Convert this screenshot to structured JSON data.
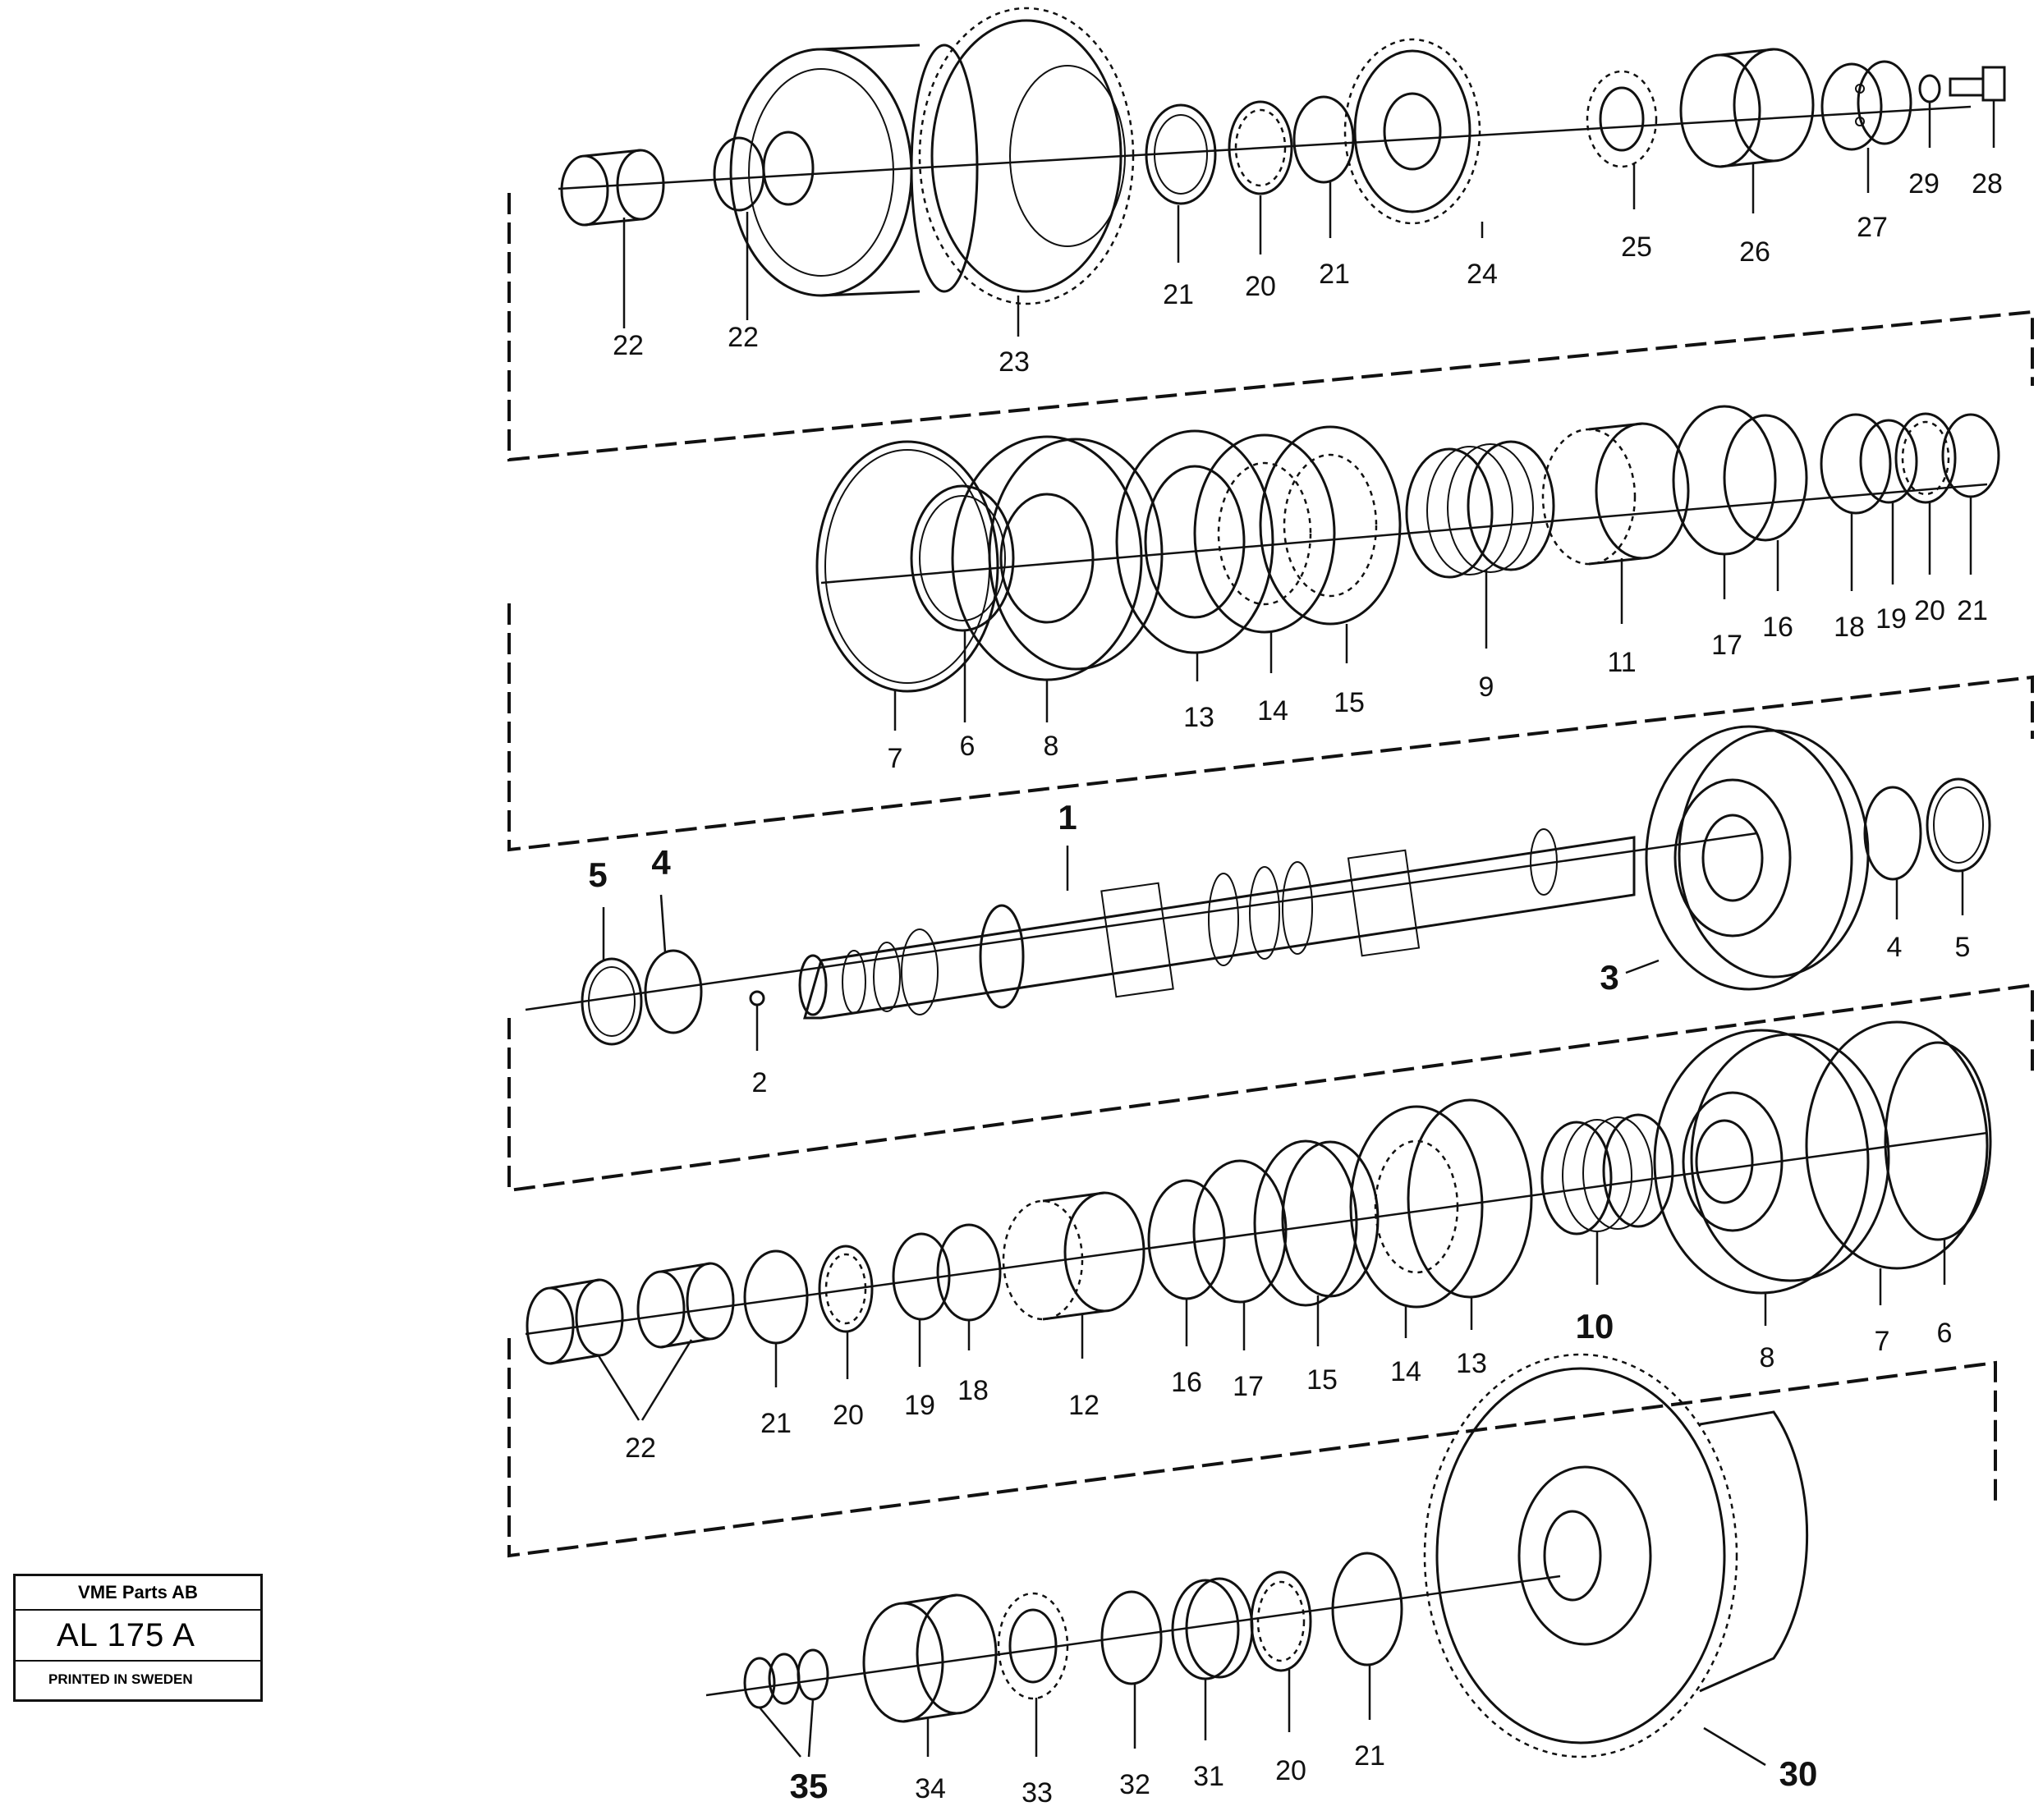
{
  "title_block": {
    "company": "VME Parts AB",
    "code": "AL 175 A",
    "printed": "PRINTED IN SWEDEN"
  },
  "labels": {
    "l1": "1",
    "l2": "2",
    "l3": "3",
    "l4a": "4",
    "l4b": "4",
    "l5a": "5",
    "l5b": "5",
    "l6a": "6",
    "l6b": "6",
    "l7a": "7",
    "l7b": "7",
    "l8a": "8",
    "l8b": "8",
    "l9": "9",
    "l10": "10",
    "l11": "11",
    "l12": "12",
    "l13a": "13",
    "l13b": "13",
    "l14a": "14",
    "l14b": "14",
    "l15a": "15",
    "l15b": "15",
    "l16a": "16",
    "l16b": "16",
    "l17a": "17",
    "l17b": "17",
    "l18a": "18",
    "l18b": "18",
    "l19a": "19",
    "l19b": "19",
    "l20a": "20",
    "l20b": "20",
    "l20c": "20",
    "l20d": "20",
    "l21a": "21",
    "l21b": "21",
    "l21c": "21",
    "l21d": "21",
    "l21e": "21",
    "l22a": "22",
    "l22b": "22",
    "l22c": "22",
    "l23": "23",
    "l24": "24",
    "l25": "25",
    "l26": "26",
    "l27": "27",
    "l28": "28",
    "l29": "29",
    "l30": "30",
    "l31": "31",
    "l32": "32",
    "l33": "33",
    "l34": "34",
    "l35": "35"
  }
}
